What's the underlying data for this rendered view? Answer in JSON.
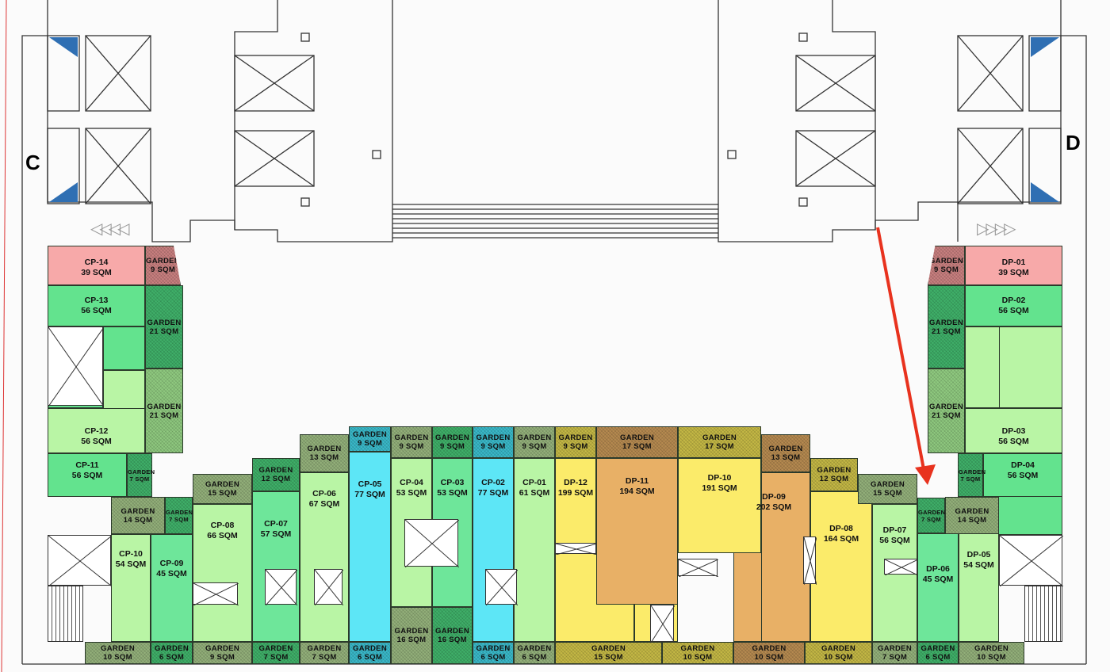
{
  "markers": {
    "left": "C",
    "right": "D",
    "left_arrows": "◁◁◁◁",
    "right_arrows": "▷▷▷▷"
  },
  "colors": {
    "annotation_arrow": "#e8321e",
    "stair_triangle": "#2f6fb3"
  },
  "units": [
    {
      "id": "CP-14",
      "area": "39 SQM",
      "color": "#f7a9a9"
    },
    {
      "id": "CP-13",
      "area": "56 SQM",
      "color": "#63e38e"
    },
    {
      "id": "CP-12",
      "area": "56 SQM",
      "color": "#b9f5a5"
    },
    {
      "id": "CP-11",
      "area": "56 SQM",
      "color": "#63e38e"
    },
    {
      "id": "CP-10",
      "area": "54 SQM",
      "color": "#b9f5a5"
    },
    {
      "id": "CP-09",
      "area": "45 SQM",
      "color": "#6ee69a"
    },
    {
      "id": "CP-08",
      "area": "66 SQM",
      "color": "#b9f5a5"
    },
    {
      "id": "CP-07",
      "area": "57 SQM",
      "color": "#6ee69a"
    },
    {
      "id": "CP-06",
      "area": "67 SQM",
      "color": "#b9f5a5"
    },
    {
      "id": "CP-05",
      "area": "77 SQM",
      "color": "#5de6f6"
    },
    {
      "id": "CP-04",
      "area": "53 SQM",
      "color": "#b9f5a5"
    },
    {
      "id": "CP-03",
      "area": "53 SQM",
      "color": "#6ee69a"
    },
    {
      "id": "CP-02",
      "area": "77 SQM",
      "color": "#5de6f6"
    },
    {
      "id": "CP-01",
      "area": "61 SQM",
      "color": "#b9f5a5"
    },
    {
      "id": "DP-12",
      "area": "199 SQM",
      "color": "#fbeb6a"
    },
    {
      "id": "DP-11",
      "area": "194 SQM",
      "color": "#e8b066"
    },
    {
      "id": "DP-10",
      "area": "191 SQM",
      "color": "#fbeb6a"
    },
    {
      "id": "DP-09",
      "area": "202 SQM",
      "color": "#e8b066"
    },
    {
      "id": "DP-08",
      "area": "164 SQM",
      "color": "#fbeb6a"
    },
    {
      "id": "DP-07",
      "area": "56 SQM",
      "color": "#b9f5a5"
    },
    {
      "id": "DP-06",
      "area": "45 SQM",
      "color": "#6ee69a"
    },
    {
      "id": "DP-05",
      "area": "54 SQM",
      "color": "#b9f5a5"
    },
    {
      "id": "DP-04",
      "area": "56 SQM",
      "color": "#63e38e"
    },
    {
      "id": "DP-03",
      "area": "56 SQM",
      "color": "#b9f5a5"
    },
    {
      "id": "DP-02",
      "area": "56 SQM",
      "color": "#63e38e"
    },
    {
      "id": "DP-01",
      "area": "39 SQM",
      "color": "#f7a9a9"
    }
  ],
  "gardens": [
    {
      "label": "GARDEN",
      "area": "9 SQM",
      "color": "#c98080"
    },
    {
      "label": "GARDEN",
      "area": "21 SQM",
      "color": "#3fb069"
    },
    {
      "label": "GARDEN",
      "area": "21 SQM",
      "color": "#8fc97f"
    },
    {
      "label": "GARDEN",
      "area": "7 SQM",
      "color": "#3fb069"
    },
    {
      "label": "GARDEN",
      "area": "14 SQM",
      "color": "#93b07a"
    },
    {
      "label": "GARDEN",
      "area": "7 SQM",
      "color": "#3fb069"
    },
    {
      "label": "GARDEN",
      "area": "15 SQM",
      "color": "#93b07a"
    },
    {
      "label": "GARDEN",
      "area": "12 SQM",
      "color": "#3fb069"
    },
    {
      "label": "GARDEN",
      "area": "13 SQM",
      "color": "#93b07a"
    },
    {
      "label": "GARDEN",
      "area": "9 SQM",
      "color": "#3ab9c9"
    },
    {
      "label": "GARDEN",
      "area": "9 SQM",
      "color": "#93b07a"
    },
    {
      "label": "GARDEN",
      "area": "9 SQM",
      "color": "#3fb069"
    },
    {
      "label": "GARDEN",
      "area": "9 SQM",
      "color": "#3ab9c9"
    },
    {
      "label": "GARDEN",
      "area": "9 SQM",
      "color": "#93b07a"
    },
    {
      "label": "GARDEN",
      "area": "9 SQM",
      "color": "#c4b845"
    },
    {
      "label": "GARDEN",
      "area": "17 SQM",
      "color": "#b68a50"
    },
    {
      "label": "GARDEN",
      "area": "17 SQM",
      "color": "#c4b845"
    },
    {
      "label": "GARDEN",
      "area": "13 SQM",
      "color": "#b68a50"
    },
    {
      "label": "GARDEN",
      "area": "12 SQM",
      "color": "#c4b845"
    },
    {
      "label": "GARDEN",
      "area": "15 SQM",
      "color": "#93b07a"
    },
    {
      "label": "GARDEN",
      "area": "7 SQM",
      "color": "#3fb069"
    },
    {
      "label": "GARDEN",
      "area": "14 SQM",
      "color": "#93b07a"
    },
    {
      "label": "GARDEN",
      "area": "7 SQM",
      "color": "#3fb069"
    },
    {
      "label": "GARDEN",
      "area": "21 SQM",
      "color": "#8fc97f"
    },
    {
      "label": "GARDEN",
      "area": "21 SQM",
      "color": "#3fb069"
    },
    {
      "label": "GARDEN",
      "area": "9 SQM",
      "color": "#c98080"
    },
    {
      "label": "GARDEN",
      "area": "16 SQM",
      "color": "#93b07a"
    },
    {
      "label": "GARDEN",
      "area": "16 SQM",
      "color": "#3fb069"
    },
    {
      "label": "GARDEN",
      "area": "10 SQM",
      "color": "#93b07a"
    },
    {
      "label": "GARDEN",
      "area": "6 SQM",
      "color": "#3fb069"
    },
    {
      "label": "GARDEN",
      "area": "9 SQM",
      "color": "#93b07a"
    },
    {
      "label": "GARDEN",
      "area": "7 SQM",
      "color": "#3fb069"
    },
    {
      "label": "GARDEN",
      "area": "7 SQM",
      "color": "#93b07a"
    },
    {
      "label": "GARDEN",
      "area": "6 SQM",
      "color": "#3ab9c9"
    },
    {
      "label": "GARDEN",
      "area": "6 SQM",
      "color": "#3ab9c9"
    },
    {
      "label": "GARDEN",
      "area": "6 SQM",
      "color": "#93b07a"
    },
    {
      "label": "GARDEN",
      "area": "15 SQM",
      "color": "#c4b845"
    },
    {
      "label": "GARDEN",
      "area": "10 SQM",
      "color": "#c4b845"
    },
    {
      "label": "GARDEN",
      "area": "10 SQM",
      "color": "#b68a50"
    },
    {
      "label": "GARDEN",
      "area": "10 SQM",
      "color": "#c4b845"
    },
    {
      "label": "GARDEN",
      "area": "7 SQM",
      "color": "#93b07a"
    },
    {
      "label": "GARDEN",
      "area": "6 SQM",
      "color": "#3fb069"
    },
    {
      "label": "GARDEN",
      "area": "10 SQM",
      "color": "#93b07a"
    }
  ]
}
